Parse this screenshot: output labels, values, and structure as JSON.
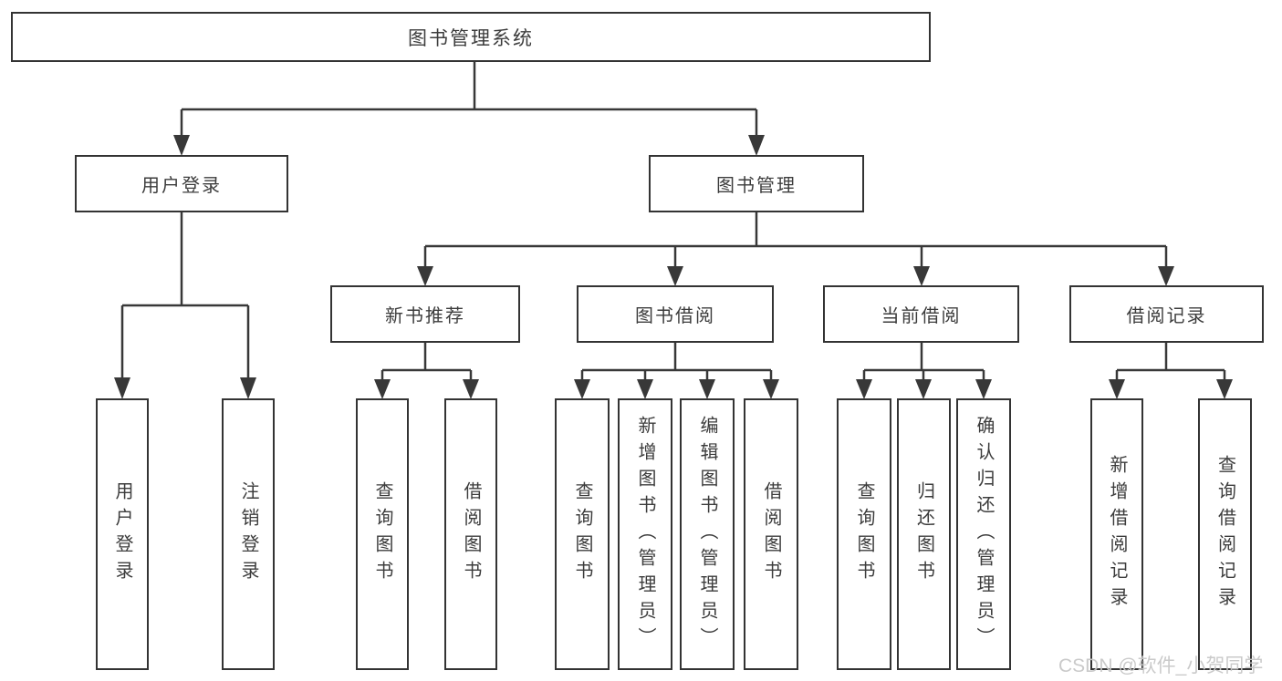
{
  "diagram": {
    "root": {
      "label": "图书管理系统"
    },
    "branches": [
      {
        "label": "用户登录",
        "children": [
          {
            "label": "用户登录"
          },
          {
            "label": "注销登录"
          }
        ]
      },
      {
        "label": "图书管理",
        "groups": [
          {
            "label": "新书推荐",
            "children": [
              {
                "label": "查询图书"
              },
              {
                "label": "借阅图书"
              }
            ]
          },
          {
            "label": "图书借阅",
            "children": [
              {
                "label": "查询图书"
              },
              {
                "label": "新增图书（管理员）"
              },
              {
                "label": "编辑图书（管理员）"
              },
              {
                "label": "借阅图书"
              }
            ]
          },
          {
            "label": "当前借阅",
            "children": [
              {
                "label": "查询图书"
              },
              {
                "label": "归还图书"
              },
              {
                "label": "确认归还（管理员）"
              }
            ]
          },
          {
            "label": "借阅记录",
            "children": [
              {
                "label": "新增借阅记录"
              },
              {
                "label": "查询借阅记录"
              }
            ]
          }
        ]
      }
    ]
  },
  "watermark": "CSDN @软件_小贺同学",
  "colors": {
    "line": "#383838",
    "box_border": "#333333",
    "box_fill": "#ffffff",
    "text": "#3c3c3c",
    "background": "#ffffff",
    "watermark": "#c8c8c8"
  }
}
